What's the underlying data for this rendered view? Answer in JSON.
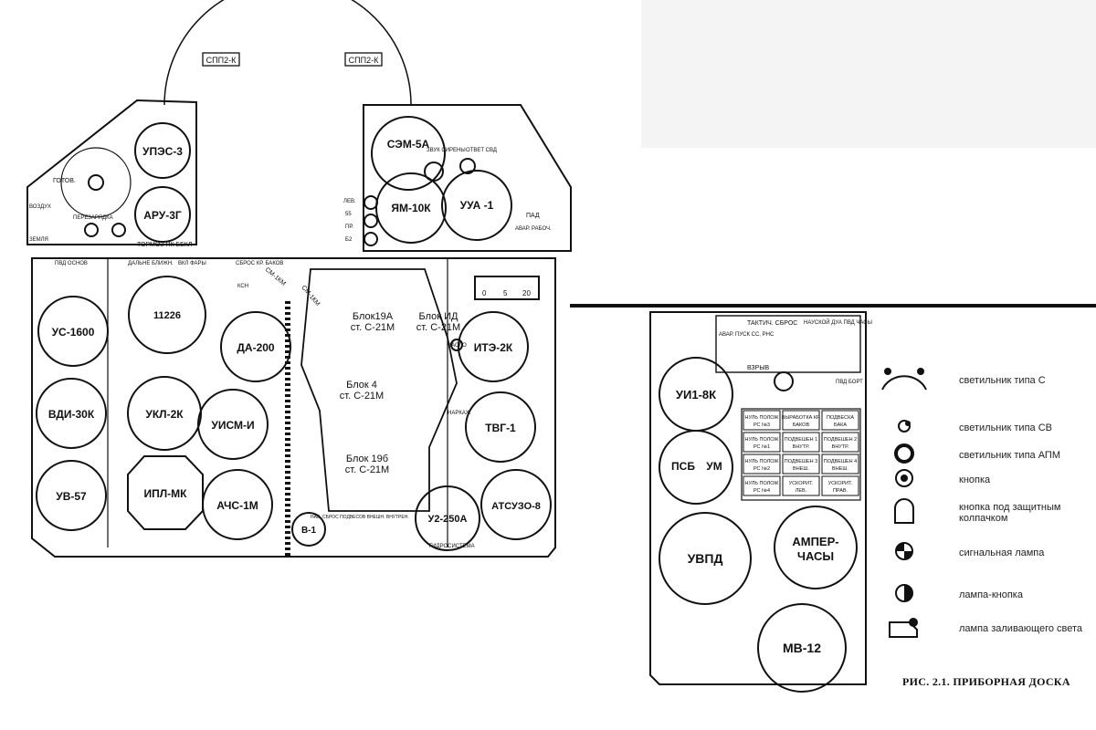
{
  "top": {
    "spp_left": "СПП2-К",
    "spp_right": "СПП2-К"
  },
  "left_wing": {
    "upes": "УПЭС-3",
    "aru": "АРУ-3Г",
    "gotov": "ГОТОВ.",
    "perezaryadka": "ПЕРЕЗАРЯДКА",
    "vozdukh": "ВОЗДУХ",
    "zemlya": "ЗЕМЛЯ",
    "tormoz": "ТОРМОЗ ПК ББКЛ"
  },
  "right_wing": {
    "sem": "СЭМ-5А",
    "yam": "ЯМ-10К",
    "uua": "УУА -1",
    "zvuk": "ЗВУК СИРЕНЫ",
    "otvet": "ОТВЕТ СВД",
    "lev": "ЛЕВ.",
    "s5": "55",
    "pr": "ПР.",
    "b2": "Б2",
    "pad": "ПАД",
    "avar": "АВАР. РАБОЧ."
  },
  "main": {
    "us": "УС-1600",
    "vdi": "ВДИ-30К",
    "uv": "УВ-57",
    "gauge_11226": "11226",
    "ukl": "УКЛ-2К",
    "ipl": "ИПЛ-МК",
    "da": "ДА-200",
    "uism": "УИСМ-И",
    "achs": "АЧС-1М",
    "v1": "В-1",
    "ite": "ИТЭ-2К",
    "tvg": "ТВГ-1",
    "u2": "У2-250А",
    "ats": "АТСУЗО-8",
    "blok19a": "Блок19А",
    "blok19a_st": "ст. С-21М",
    "blok_id": "Блок ИД",
    "blok_id_st": "ст. С-21М",
    "blok4": "Блок 4",
    "blok4_st": "ст. С-21М",
    "blok19b": "Блок 19б",
    "blok19b_st": "ст. С-21М",
    "sm1": "СМ-1КМ",
    "sm2": "СМ-1КМ",
    "sbros": "СБРОС КР. БАКОВ",
    "ksn": "КСН",
    "maslo": "МАСЛО",
    "scale_0": "0",
    "scale_5": "5",
    "scale_20": "20",
    "pvd_osnov": "ПВД ОСНОВ",
    "dalnie": "ДАЛЬНЕ БЛИЖН.",
    "vkl_fary": "ВКЛ ФАРЫ",
    "narkaj": "НАРКАЖ",
    "gidrosistema": "ГИДРОСИСТЕМА",
    "nav": "НАВ. СБРОС ПОДВЕСОВ ВНЕШН. ВНУТРЕН."
  },
  "right_panel": {
    "uii": "УИ1-8К",
    "psb": "ПСБ",
    "um": "УМ",
    "uvpd": "УВПД",
    "amper": "АМПЕР-",
    "chasy": "ЧАСЫ",
    "mv": "МВ-12",
    "taktich": "ТАКТИЧ. СБРОС",
    "avar_pusk": "АВАР. ПУСК СС, РНС",
    "vzryv": "ВЗРЫВ",
    "nauskoy": "НАУСКОЙ ДУА ПВД ЧАСЫ",
    "pvd_bort": "ПВД БОРТ",
    "grid": [
      [
        "НУЛЬ ПОЛОЖ РС №3",
        "ВЫРАБОТКА КР. БАКОВ",
        "ПОДВЕСКА БАКА"
      ],
      [
        "НУЛЬ ПОЛОЖ РС №1",
        "ПОДВЕШЕН 1 ВНУТР.",
        "ПОДВЕШЕН 2 ВНУТР."
      ],
      [
        "НУЛЬ ПОЛОЖ РС №2",
        "ПОДВЕШЕН 3 ВНЕШ.",
        "ПОДВЕШЕН 4 ВНЕШ."
      ],
      [
        "НУЛЬ ПОЛОЖ РС №4",
        "УСКОРИТ. ЛЕВ.",
        "УСКОРИТ. ПРАВ."
      ]
    ]
  },
  "legend": [
    {
      "icon": "lamp-type-s-icon",
      "text": "светильник типа С"
    },
    {
      "icon": "lamp-type-sv-icon",
      "text": "светильник типа СВ"
    },
    {
      "icon": "lamp-type-apm-icon",
      "text": "светильник типа АПМ"
    },
    {
      "icon": "button-icon",
      "text": "кнопка"
    },
    {
      "icon": "covered-button-icon",
      "text": "кнопка под защитным колпачком"
    },
    {
      "icon": "signal-lamp-icon",
      "text": "сигнальная лампа"
    },
    {
      "icon": "lamp-button-icon",
      "text": "лампа-кнопка"
    },
    {
      "icon": "flood-lamp-icon",
      "text": "лампа заливающего света"
    }
  ],
  "caption": "РИС. 2.1. ПРИБОРНАЯ ДОСКА"
}
